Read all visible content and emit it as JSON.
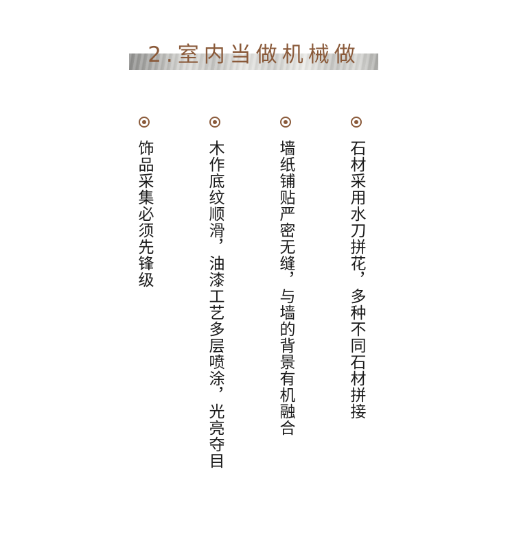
{
  "title": "2.室内当做机械做",
  "colors": {
    "accent": "#8a5a3a",
    "text": "#1a1a1a"
  },
  "columns": [
    {
      "icon": "bullet-circle-icon",
      "text": "饰品采集必须先锋级"
    },
    {
      "icon": "bullet-circle-icon",
      "text": "木作底纹顺滑，油漆工艺多层喷涂，光亮夺目"
    },
    {
      "icon": "bullet-circle-icon",
      "text": "墙纸铺贴严密无缝，与墙的背景有机融合"
    },
    {
      "icon": "bullet-circle-icon",
      "text": "石材采用水刀拼花，多种不同石材拼接"
    }
  ]
}
